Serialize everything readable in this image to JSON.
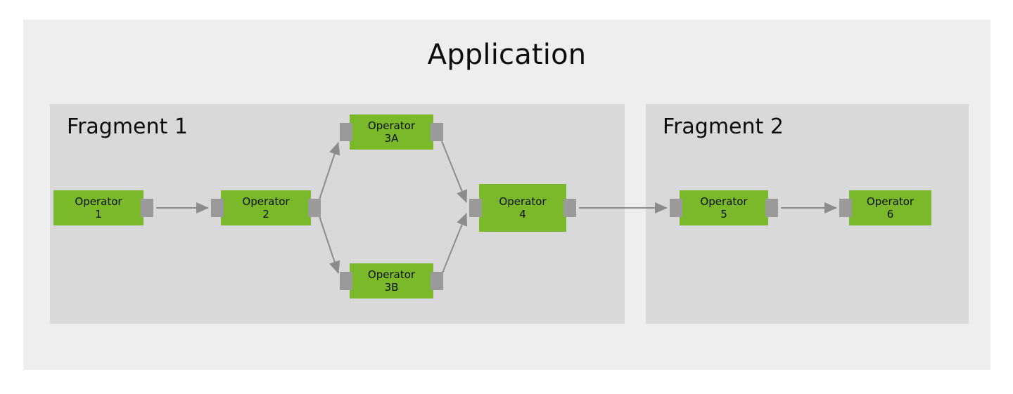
{
  "diagram": {
    "title": "Application",
    "type": "dataflow-topology",
    "colors": {
      "page_background": "#ffffff",
      "application_background": "#eeeeee",
      "fragment_background": "#d9d9d9",
      "operator_fill": "#7ab929",
      "port_fill": "#9a9a9a",
      "edge_stroke": "#8c8c8c",
      "text": "#0d0d0d"
    }
  },
  "fragments": [
    {
      "id": "fragment-1",
      "title": "Fragment 1"
    },
    {
      "id": "fragment-2",
      "title": "Fragment 2"
    }
  ],
  "operators": [
    {
      "id": "operator-1",
      "name": "Operator",
      "index": "1",
      "label": "Operator\n1"
    },
    {
      "id": "operator-2",
      "name": "Operator",
      "index": "2",
      "label": "Operator\n2"
    },
    {
      "id": "operator-3a",
      "name": "Operator",
      "index": "3A",
      "label": "Operator\n3A"
    },
    {
      "id": "operator-3b",
      "name": "Operator",
      "index": "3B",
      "label": "Operator\n3B"
    },
    {
      "id": "operator-4",
      "name": "Operator",
      "index": "4",
      "label": "Operator\n4"
    },
    {
      "id": "operator-5",
      "name": "Operator",
      "index": "5",
      "label": "Operator\n5"
    },
    {
      "id": "operator-6",
      "name": "Operator",
      "index": "6",
      "label": "Operator\n6"
    }
  ],
  "edges": [
    {
      "from": "operator-1",
      "to": "operator-2"
    },
    {
      "from": "operator-2",
      "to": "operator-3a"
    },
    {
      "from": "operator-2",
      "to": "operator-3b"
    },
    {
      "from": "operator-3a",
      "to": "operator-4"
    },
    {
      "from": "operator-3b",
      "to": "operator-4"
    },
    {
      "from": "operator-4",
      "to": "operator-5"
    },
    {
      "from": "operator-5",
      "to": "operator-6"
    }
  ]
}
